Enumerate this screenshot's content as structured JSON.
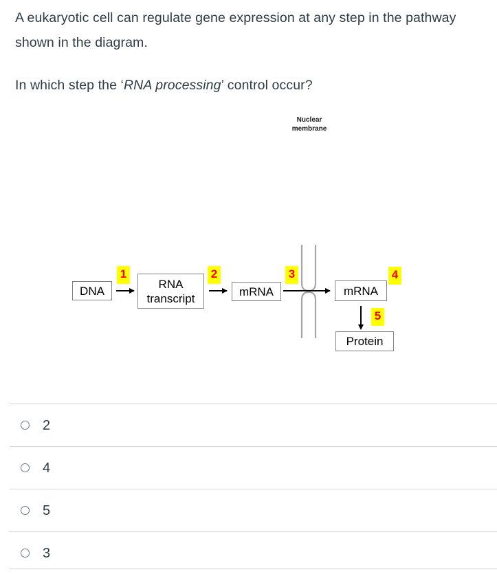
{
  "question": {
    "paragraph1": "A eukaryotic cell can regulate gene expression at any step in the pathway shown in the diagram.",
    "paragraph2_pre": "In which step the ‘",
    "paragraph2_italic": "RNA processing",
    "paragraph2_post": "’ control occur?"
  },
  "diagram": {
    "nuclear_membrane_label_line1": "Nuclear",
    "nuclear_membrane_label_line2": "membrane",
    "boxes": [
      {
        "id": "dna",
        "text": "DNA"
      },
      {
        "id": "rna-transcript",
        "line1": "RNA",
        "line2": "transcript"
      },
      {
        "id": "mrna-nuclear",
        "text": "mRNA"
      },
      {
        "id": "mrna-cytoplasm",
        "text": "mRNA"
      },
      {
        "id": "protein",
        "text": "Protein"
      }
    ],
    "step_badges": [
      {
        "number": "1"
      },
      {
        "number": "2"
      },
      {
        "number": "3"
      },
      {
        "number": "4"
      },
      {
        "number": "5"
      }
    ],
    "colors": {
      "badge_background": "#ffff00",
      "badge_text": "#ff0000",
      "box_border": "#808080",
      "membrane_line": "#a6a6a6"
    }
  },
  "answers": {
    "options": [
      {
        "value": "2",
        "selected": false
      },
      {
        "value": "4",
        "selected": false
      },
      {
        "value": "5",
        "selected": false
      },
      {
        "value": "3",
        "selected": false
      }
    ]
  }
}
